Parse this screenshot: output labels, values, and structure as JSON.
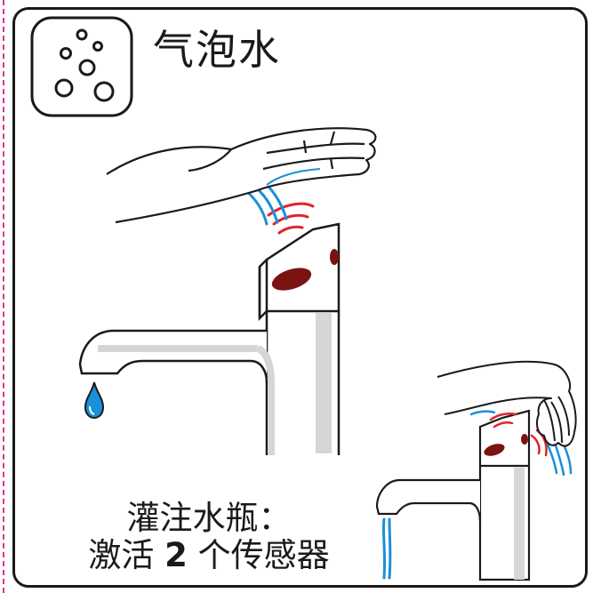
{
  "title": "气泡水",
  "caption": {
    "line1": "灌注水瓶：",
    "line2_before": "激活 ",
    "line2_number": "2",
    "line2_after": " 个传感器"
  },
  "colors": {
    "outline": "#1a1a1a",
    "sensor": "#7a1410",
    "signal_red": "#e0242a",
    "signal_blue": "#1b8fd8",
    "water": "#1b8fd8",
    "dash": "#e2348a"
  },
  "icons": [
    "sparkling-water-icon",
    "hand-icon",
    "faucet-icon",
    "sensor-icon",
    "water-drop-icon"
  ]
}
